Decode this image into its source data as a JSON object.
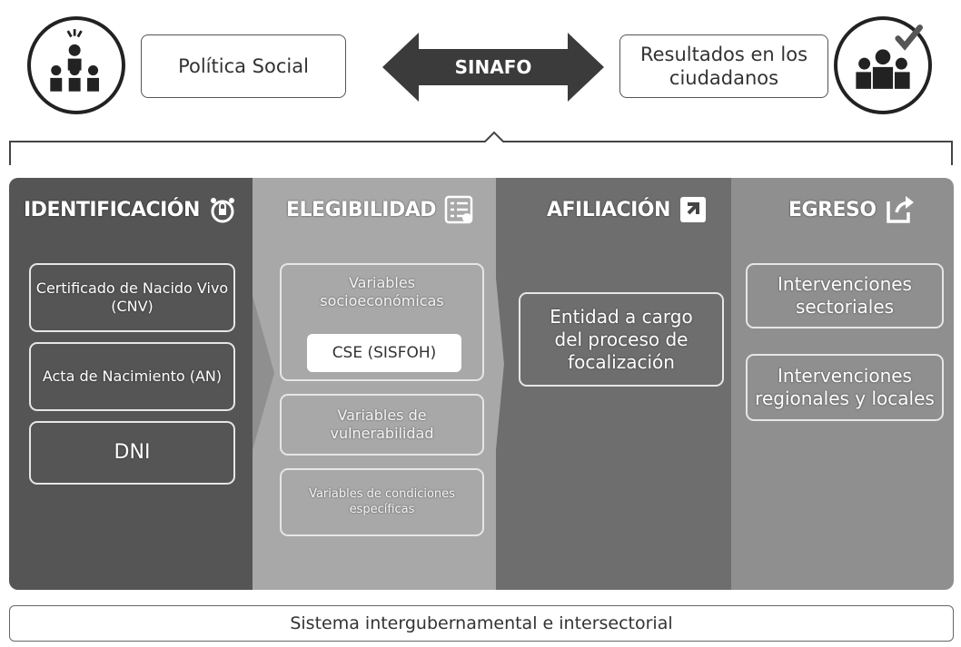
{
  "top": {
    "policy_label": "Política Social",
    "arrow_label": "SINAFO",
    "results_label": "Resultados en los ciudadanos"
  },
  "columns": {
    "identificacion": {
      "title": "IDENTIFICACIÓN",
      "items": [
        "Certificado de Nacido Vivo (CNV)",
        "Acta de Nacimiento (AN)",
        "DNI"
      ]
    },
    "elegibilidad": {
      "title": "ELEGIBILIDAD",
      "box1": "Variables socioeconómicas",
      "cse": "CSE (SISFOH)",
      "box2": "Variables de vulnerabilidad",
      "box3": "Variables de condiciones específicas"
    },
    "afiliacion": {
      "title": "AFILIACIÓN",
      "item": "Entidad a cargo del proceso de focalización"
    },
    "egreso": {
      "title": "EGRESO",
      "items": [
        "Intervenciones sectoriales",
        "Intervenciones regionales y locales"
      ]
    }
  },
  "bottom_label": "Sistema intergubernamental e intersectorial",
  "colors": {
    "ident_bg": "#555555",
    "eleg_bg": "#a8a8a8",
    "afil_bg": "#6e6e6e",
    "egr_bg": "#8f8f8f"
  }
}
